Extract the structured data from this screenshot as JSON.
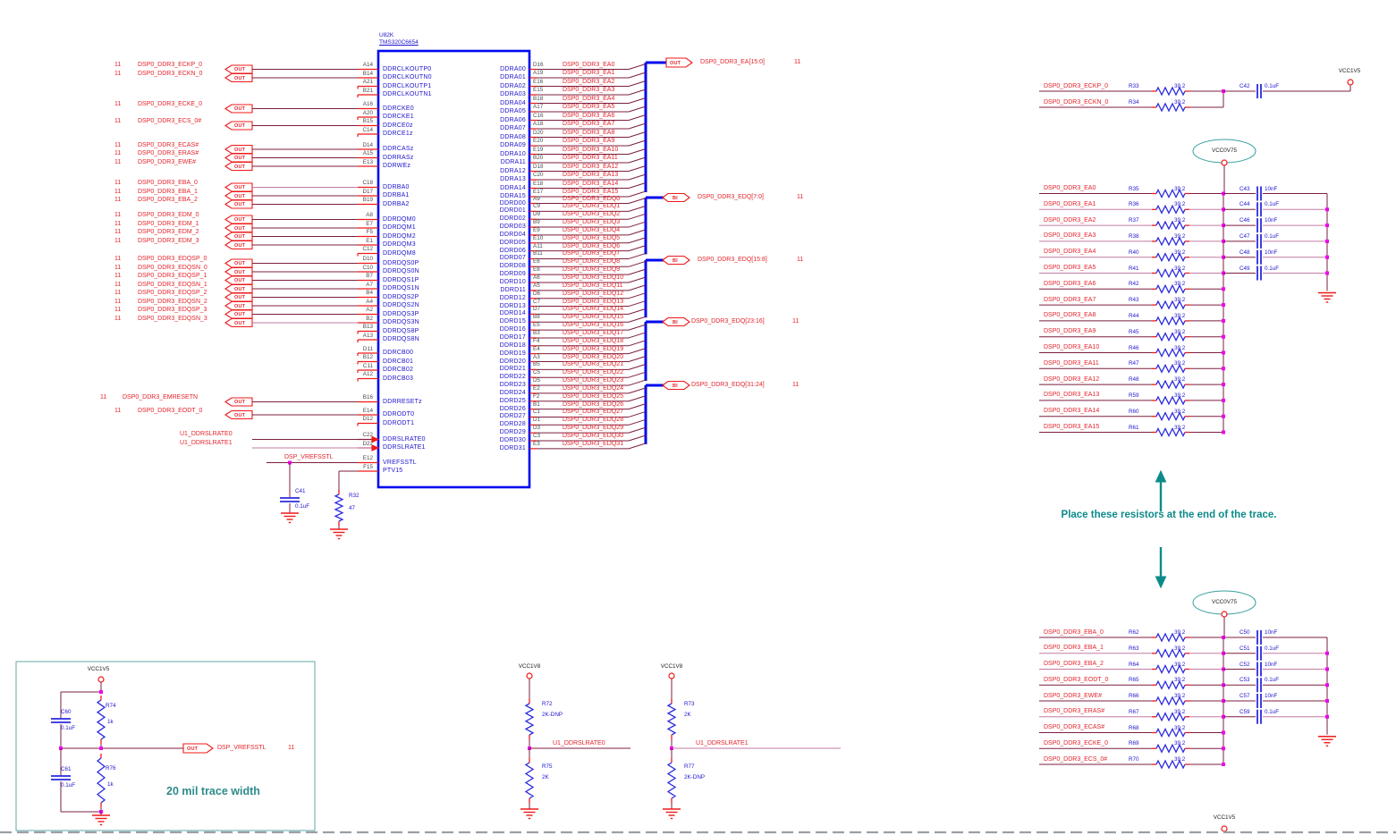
{
  "sheet_ref": "11",
  "ic": {
    "refdes": "U82K",
    "part": "TMS320C6654"
  },
  "ports": {
    "out": "OUT",
    "bi": "BI"
  },
  "left_groups": [
    {
      "rows": [
        {
          "pin": "A14",
          "name": "DDRCLKOUTP0",
          "net": "DSP0_DDR3_ECKP_0",
          "ref": "11"
        },
        {
          "pin": "B14",
          "name": "DDRCLKOUTN0",
          "net": "DSP0_DDR3_ECKN_0",
          "ref": "11"
        },
        {
          "pin": "A21",
          "name": "DDRCLKOUTP1"
        },
        {
          "pin": "B21",
          "name": "DDRCLKOUTN1"
        }
      ]
    },
    {
      "rows": [
        {
          "pin": "A16",
          "name": "DDRCKE0",
          "net": "DSP0_DDR3_ECKE_0",
          "ref": "11"
        },
        {
          "pin": "A20",
          "name": "DDRCKE1"
        },
        {
          "pin": "B15",
          "name": "DDRCE0z",
          "net": "DSP0_DDR3_ECS_0#",
          "ref": "11"
        },
        {
          "pin": "C14",
          "name": "DDRCE1z"
        }
      ]
    },
    {
      "rows": [
        {
          "pin": "D14",
          "name": "DDRCASz",
          "net": "DSP0_DDR3_ECAS#",
          "ref": "11"
        },
        {
          "pin": "A15",
          "name": "DDRRASz",
          "net": "DSP0_DDR3_ERAS#",
          "ref": "11"
        },
        {
          "pin": "E13",
          "name": "DDRWEz",
          "net": "DSP0_DDR3_EWE#",
          "ref": "11"
        }
      ]
    },
    {
      "rows": [
        {
          "pin": "C18",
          "name": "DDRBA0",
          "net": "DSP0_DDR3_EBA_0",
          "ref": "11",
          "pink": true
        },
        {
          "pin": "D17",
          "name": "DDRBA1",
          "net": "DSP0_DDR3_EBA_1",
          "ref": "11"
        },
        {
          "pin": "B19",
          "name": "DDRBA2",
          "net": "DSP0_DDR3_EBA_2",
          "ref": "11"
        }
      ]
    },
    {
      "rows": [
        {
          "pin": "A8",
          "name": "DDRDQM0",
          "net": "DSP0_DDR3_EDM_0",
          "ref": "11"
        },
        {
          "pin": "E7",
          "name": "DDRDQM1",
          "net": "DSP0_DDR3_EDM_1",
          "ref": "11"
        },
        {
          "pin": "F5",
          "name": "DDRDQM2",
          "net": "DSP0_DDR3_EDM_2",
          "ref": "11"
        },
        {
          "pin": "E1",
          "name": "DDRDQM3",
          "net": "DSP0_DDR3_EDM_3",
          "ref": "11"
        },
        {
          "pin": "C12",
          "name": "DDRDQM8"
        }
      ]
    },
    {
      "rows": [
        {
          "pin": "D10",
          "name": "DDRDQS0P",
          "net": "DSP0_DDR3_EDQSP_0",
          "ref": "11"
        },
        {
          "pin": "C10",
          "name": "DDRDQS0N",
          "net": "DSP0_DDR3_EDQSN_0",
          "ref": "11"
        },
        {
          "pin": "B7",
          "name": "DDRDQS1P",
          "net": "DSP0_DDR3_EDQSP_1",
          "ref": "11"
        },
        {
          "pin": "A7",
          "name": "DDRDQS1N",
          "net": "DSP0_DDR3_EDQSN_1",
          "ref": "11"
        },
        {
          "pin": "B4",
          "name": "DDRDQS2P",
          "net": "DSP0_DDR3_EDQSP_2",
          "ref": "11"
        },
        {
          "pin": "A4",
          "name": "DDRDQS2N",
          "net": "DSP0_DDR3_EDQSN_2",
          "ref": "11"
        },
        {
          "pin": "A2",
          "name": "DDRDQS3P",
          "net": "DSP0_DDR3_EDQSP_3",
          "ref": "11"
        },
        {
          "pin": "B2",
          "name": "DDRDQS3N",
          "net": "DSP0_DDR3_EDQSN_3",
          "ref": "11",
          "pink": true
        },
        {
          "pin": "B13",
          "name": "DDRDQS8P"
        },
        {
          "pin": "A13",
          "name": "DDRDQS8N"
        }
      ]
    },
    {
      "rows": [
        {
          "pin": "D11",
          "name": "DDRCB00"
        },
        {
          "pin": "B12",
          "name": "DDRCB01"
        },
        {
          "pin": "C11",
          "name": "DDRCB02"
        },
        {
          "pin": "A12",
          "name": "DDRCB03"
        }
      ]
    },
    {
      "rows": [
        {
          "pin": "B16",
          "name": "DDRRESETz",
          "net": "DSP0_DDR3_EMRESETN",
          "ref": "11"
        }
      ]
    },
    {
      "rows": [
        {
          "pin": "E14",
          "name": "DDRODT0",
          "net": "DSP0_DDR3_EODT_0",
          "ref": "11"
        },
        {
          "pin": "D12",
          "name": "DDRODT1"
        }
      ]
    },
    {
      "rows": [
        {
          "pin": "C22",
          "name": "DDRSLRATE0",
          "label": "U1_DDRSLRATE0"
        },
        {
          "pin": "D22",
          "name": "DDRSLRATE1",
          "label": "U1_DDRSLRATE1",
          "pink": true
        }
      ]
    },
    {
      "rows": [
        {
          "pin": "E12",
          "name": "VREFSSTL",
          "special": "vref",
          "net": "DSP_VREFSSTL"
        },
        {
          "pin": "F15",
          "name": "PTV15",
          "special": "ptv"
        }
      ]
    }
  ],
  "right_groups": [
    {
      "type": "OUT",
      "port_label": "DSP0_DDR3_EA[15:0]",
      "ref": "11",
      "rows": [
        {
          "pin": "D16",
          "net": "DSP0_DDR3_EA0"
        },
        {
          "pin": "A19",
          "net": "DSP0_DDR3_EA1"
        },
        {
          "pin": "E16",
          "net": "DSP0_DDR3_EA2"
        },
        {
          "pin": "E15",
          "net": "DSP0_DDR3_EA3"
        },
        {
          "pin": "B18",
          "net": "DSP0_DDR3_EA4"
        },
        {
          "pin": "A17",
          "net": "DSP0_DDR3_EA5"
        },
        {
          "pin": "C16",
          "net": "DSP0_DDR3_EA6"
        },
        {
          "pin": "A18",
          "net": "DSP0_DDR3_EA7"
        },
        {
          "pin": "D20",
          "net": "DSP0_DDR3_EA8"
        },
        {
          "pin": "E20",
          "net": "DSP0_DDR3_EA9"
        },
        {
          "pin": "E19",
          "net": "DSP0_DDR3_EA10"
        },
        {
          "pin": "B20",
          "net": "DSP0_DDR3_EA11"
        },
        {
          "pin": "D18",
          "net": "DSP0_DDR3_EA12"
        },
        {
          "pin": "C20",
          "net": "DSP0_DDR3_EA13"
        },
        {
          "pin": "E18",
          "net": "DSP0_DDR3_EA14"
        },
        {
          "pin": "E17",
          "net": "DSP0_DDR3_EA15"
        }
      ]
    },
    {
      "type": "BI",
      "port_label": "DSP0_DDR3_EDQ[7:0]",
      "ref": "11",
      "rows": [
        {
          "pin": "A9",
          "net": "DSP0_DDR3_EDQ0"
        },
        {
          "pin": "C9",
          "net": "DSP0_DDR3_EDQ1"
        },
        {
          "pin": "D9",
          "net": "DSP0_DDR3_EDQ2"
        },
        {
          "pin": "B9",
          "net": "DSP0_DDR3_EDQ3"
        },
        {
          "pin": "E9",
          "net": "DSP0_DDR3_EDQ4"
        },
        {
          "pin": "E10",
          "net": "DSP0_DDR3_EDQ5"
        },
        {
          "pin": "A11",
          "net": "DSP0_DDR3_EDQ6"
        },
        {
          "pin": "B11",
          "net": "DSP0_DDR3_EDQ7"
        }
      ]
    },
    {
      "type": "BI",
      "port_label": "DSP0_DDR3_EDQ[15:8]",
      "ref": "11",
      "rows": [
        {
          "pin": "E6",
          "net": "DSP0_DDR3_EDQ8"
        },
        {
          "pin": "E8",
          "net": "DSP0_DDR3_EDQ9"
        },
        {
          "pin": "A6",
          "net": "DSP0_DDR3_EDQ10"
        },
        {
          "pin": "A5",
          "net": "DSP0_DDR3_EDQ11"
        },
        {
          "pin": "D6",
          "net": "DSP0_DDR3_EDQ12"
        },
        {
          "pin": "C7",
          "net": "DSP0_DDR3_EDQ13"
        },
        {
          "pin": "D7",
          "net": "DSP0_DDR3_EDQ14"
        },
        {
          "pin": "B8",
          "net": "DSP0_DDR3_EDQ15"
        }
      ]
    },
    {
      "type": "BI",
      "port_label": "DSP0_DDR3_EDQ[23:16]",
      "ref": "11",
      "rows": [
        {
          "pin": "E5",
          "net": "DSP0_DDR3_EDQ16"
        },
        {
          "pin": "B3",
          "net": "DSP0_DDR3_EDQ17"
        },
        {
          "pin": "F4",
          "net": "DSP0_DDR3_EDQ18"
        },
        {
          "pin": "E4",
          "net": "DSP0_DDR3_EDQ19"
        },
        {
          "pin": "A3",
          "net": "DSP0_DDR3_EDQ20"
        },
        {
          "pin": "B5",
          "net": "DSP0_DDR3_EDQ21"
        },
        {
          "pin": "C5",
          "net": "DSP0_DDR3_EDQ22"
        },
        {
          "pin": "D5",
          "net": "DSP0_DDR3_EDQ23"
        }
      ]
    },
    {
      "type": "BI",
      "port_label": "DSP0_DDR3_EDQ[31:24]",
      "ref": "11",
      "rows": [
        {
          "pin": "E2",
          "net": "DSP0_DDR3_EDQ24"
        },
        {
          "pin": "F2",
          "net": "DSP0_DDR3_EDQ25"
        },
        {
          "pin": "B1",
          "net": "DSP0_DDR3_EDQ26"
        },
        {
          "pin": "C1",
          "net": "DSP0_DDR3_EDQ27"
        },
        {
          "pin": "D1",
          "net": "DSP0_DDR3_EDQ28"
        },
        {
          "pin": "D3",
          "net": "DSP0_DDR3_EDQ29"
        },
        {
          "pin": "C3",
          "net": "DSP0_DDR3_EDQ30"
        },
        {
          "pin": "E3",
          "net": "DSP0_DDR3_EDQ31"
        }
      ]
    }
  ],
  "eck": {
    "vcc": "VCC1V5",
    "cap": {
      "ref": "C42",
      "val": "0.1uF"
    },
    "rows": [
      {
        "net": "DSP0_DDR3_ECKP_0",
        "res": "R33",
        "val": "39.2"
      },
      {
        "net": "DSP0_DDR3_ECKN_0",
        "res": "R34",
        "val": "39.2"
      }
    ]
  },
  "series_top": {
    "supply": "VCC0V75",
    "rows": [
      {
        "net": "DSP0_DDR3_EA0",
        "res": "R35",
        "val": "39.2"
      },
      {
        "net": "DSP0_DDR3_EA1",
        "res": "R36",
        "val": "39.2",
        "pink": true
      },
      {
        "net": "DSP0_DDR3_EA2",
        "res": "R37",
        "val": "39.2",
        "pink": true
      },
      {
        "net": "DSP0_DDR3_EA3",
        "res": "R38",
        "val": "39.2",
        "pink": true
      },
      {
        "net": "DSP0_DDR3_EA4",
        "res": "R40",
        "val": "39.2",
        "pink": true
      },
      {
        "net": "DSP0_DDR3_EA5",
        "res": "R41",
        "val": "39.2",
        "pink": true
      },
      {
        "net": "DSP0_DDR3_EA6",
        "res": "R42",
        "val": "39.2"
      },
      {
        "net": "DSP0_DDR3_EA7",
        "res": "R43",
        "val": "39.2"
      },
      {
        "net": "DSP0_DDR3_EA8",
        "res": "R44",
        "val": "39.2"
      },
      {
        "net": "DSP0_DDR3_EA9",
        "res": "R45",
        "val": "39.2"
      },
      {
        "net": "DSP0_DDR3_EA10",
        "res": "R46",
        "val": "39.2"
      },
      {
        "net": "DSP0_DDR3_EA11",
        "res": "R47",
        "val": "39.2"
      },
      {
        "net": "DSP0_DDR3_EA12",
        "res": "R48",
        "val": "39.2"
      },
      {
        "net": "DSP0_DDR3_EA13",
        "res": "R59",
        "val": "39.2"
      },
      {
        "net": "DSP0_DDR3_EA14",
        "res": "R60",
        "val": "39.2"
      },
      {
        "net": "DSP0_DDR3_EA15",
        "res": "R61",
        "val": "39.2"
      }
    ],
    "caps": [
      {
        "ref": "C43",
        "val": "10nF"
      },
      {
        "ref": "C44",
        "val": "0.1uF"
      },
      {
        "ref": "C46",
        "val": "10nF"
      },
      {
        "ref": "C47",
        "val": "0.1uF"
      },
      {
        "ref": "C48",
        "val": "10nF"
      },
      {
        "ref": "C49",
        "val": "0.1uF"
      }
    ]
  },
  "note": "Place these resistors at the end of the trace.",
  "series_bottom": {
    "supply": "VCC0V75",
    "rows": [
      {
        "net": "DSP0_DDR3_EBA_0",
        "res": "R62",
        "val": "39.2"
      },
      {
        "net": "DSP0_DDR3_EBA_1",
        "res": "R63",
        "val": "39.2",
        "pink": true
      },
      {
        "net": "DSP0_DDR3_EBA_2",
        "res": "R64",
        "val": "39.2",
        "pink": true
      },
      {
        "net": "DSP0_DDR3_EODT_0",
        "res": "R65",
        "val": "39.2"
      },
      {
        "net": "DSP0_DDR3_EWE#",
        "res": "R66",
        "val": "39.2"
      },
      {
        "net": "DSP0_DDR3_ERAS#",
        "res": "R67",
        "val": "39.2",
        "pink": true
      },
      {
        "net": "DSP0_DDR3_ECAS#",
        "res": "R68",
        "val": "39.2"
      },
      {
        "net": "DSP0_DDR3_ECKE_0",
        "res": "R69",
        "val": "39.2"
      },
      {
        "net": "DSP0_DDR3_ECS_0#",
        "res": "R70",
        "val": "39.2"
      }
    ],
    "caps": [
      {
        "ref": "C50",
        "val": "10nF"
      },
      {
        "ref": "C51",
        "val": "0.1uF"
      },
      {
        "ref": "C52",
        "val": "10nF"
      },
      {
        "ref": "C53",
        "val": "0.1uF"
      },
      {
        "ref": "C57",
        "val": "10nF"
      },
      {
        "ref": "C59",
        "val": "0.1uF"
      }
    ]
  },
  "vref": {
    "cap": {
      "ref": "C41",
      "val": "0.1uF"
    },
    "res": {
      "ref": "R32",
      "val": "47"
    }
  },
  "vref_divider": {
    "vcc": "VCC1V5",
    "c_top": {
      "ref": "C60",
      "val": "0.1uF"
    },
    "r_top": {
      "ref": "R74",
      "val": "1k"
    },
    "c_bot": {
      "ref": "C61",
      "val": "0.1uF"
    },
    "r_bot": {
      "ref": "R76",
      "val": "1k"
    },
    "port": "OUT",
    "net": "DSP_VREFSSTL",
    "ref": "11",
    "note": "20 mil trace width"
  },
  "dividers": [
    {
      "vcc": "VCC1V8",
      "r_top": {
        "ref": "R72",
        "val": "2K-DNP"
      },
      "net": "U1_DDRSLRATE0",
      "r_bot": {
        "ref": "R75",
        "val": "2K"
      }
    },
    {
      "vcc": "VCC1V8",
      "r_top": {
        "ref": "R73",
        "val": "2K"
      },
      "net": "U1_DDRSLRATE1",
      "r_bot": {
        "ref": "R77",
        "val": "2K-DNP"
      }
    }
  ],
  "page": {
    "bottom_ref": "VCC1V5"
  }
}
